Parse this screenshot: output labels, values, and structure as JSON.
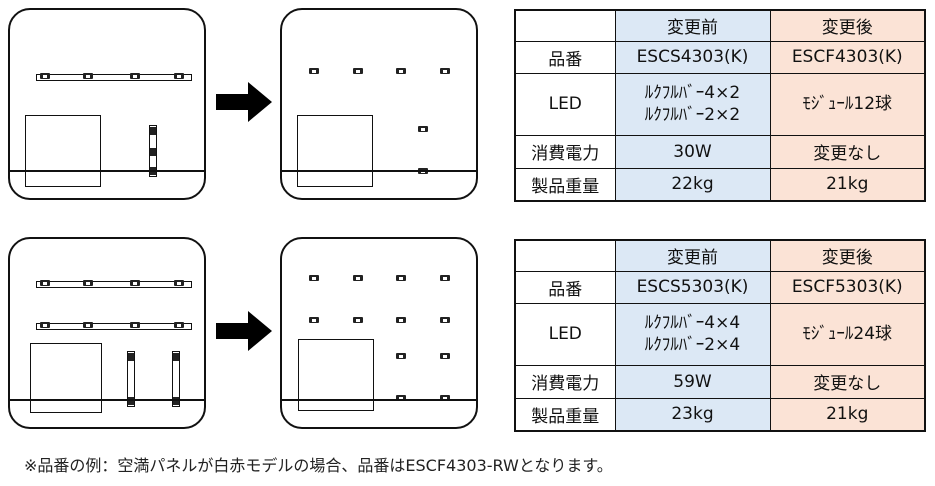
{
  "diagrams": [
    {
      "table": {
        "header": [
          "",
          "変更前",
          "変更後"
        ],
        "rows": [
          {
            "label": "品番",
            "before": "ESCS4303(K)",
            "after": "ESCF4303(K)"
          },
          {
            "label": "LED",
            "before_lines": [
              "ﾙｸﾌﾙﾊﾞｰ4×2",
              "ﾙｸﾌﾙﾊﾞｰ2×2"
            ],
            "after": "ﾓｼﾞｭｰﾙ12球"
          },
          {
            "label": "消費電力",
            "before": "30W",
            "after": "変更なし"
          },
          {
            "label": "製品重量",
            "before": "22kg",
            "after": "21kg"
          }
        ]
      }
    },
    {
      "table": {
        "header": [
          "",
          "変更前",
          "変更後"
        ],
        "rows": [
          {
            "label": "品番",
            "before": "ESCS5303(K)",
            "after": "ESCF5303(K)"
          },
          {
            "label": "LED",
            "before_lines": [
              "ﾙｸﾌﾙﾊﾞｰ4×4",
              "ﾙｸﾌﾙﾊﾞｰ2×4"
            ],
            "after": "ﾓｼﾞｭｰﾙ24球"
          },
          {
            "label": "消費電力",
            "before": "59W",
            "after": "変更なし"
          },
          {
            "label": "製品重量",
            "before": "23kg",
            "after": "21kg"
          }
        ]
      }
    }
  ],
  "colors": {
    "before_column": "#dce8f5",
    "after_column": "#fbe3d6"
  },
  "icons": {
    "arrow": "right-arrow-icon"
  },
  "footnote": "※品番の例：空満パネルが白赤モデルの場合、品番はESCF4303-RWとなります。"
}
